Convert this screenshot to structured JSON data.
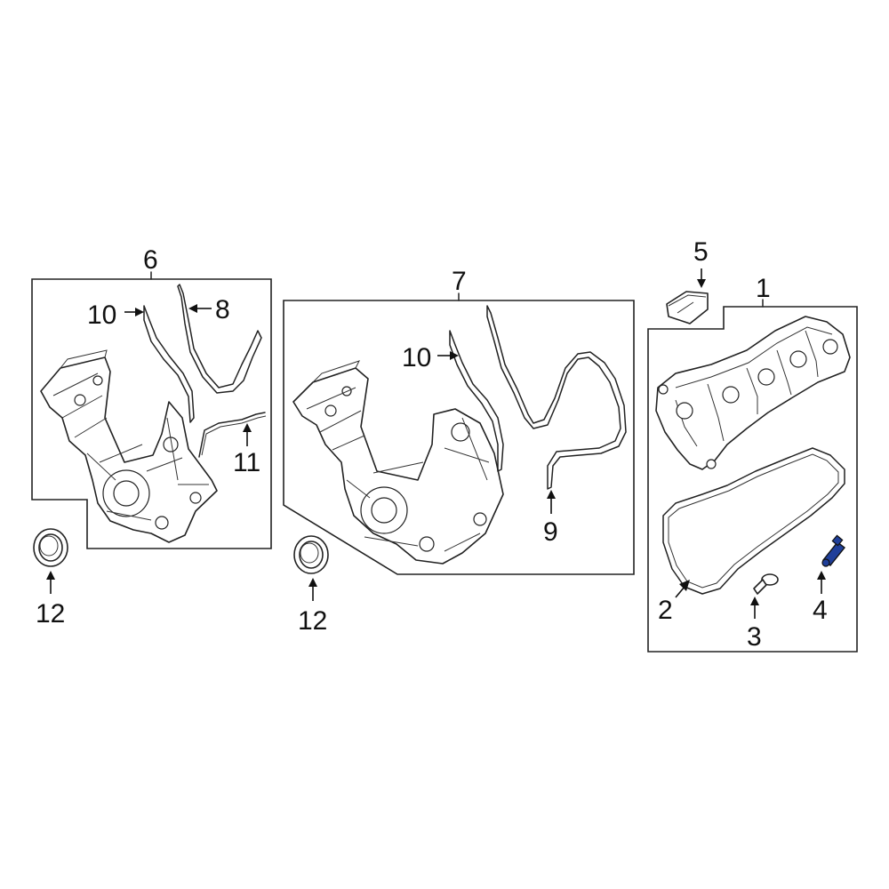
{
  "callouts": {
    "c1": "1",
    "c2": "2",
    "c3": "3",
    "c4": "4",
    "c5": "5",
    "c6": "6",
    "c7": "7",
    "c8": "8",
    "c9": "9",
    "c10a": "10",
    "c10b": "10",
    "c11": "11",
    "c12a": "12",
    "c12b": "12"
  },
  "colors": {
    "line": "#222222",
    "highlight_part": "#1f3f9a"
  }
}
